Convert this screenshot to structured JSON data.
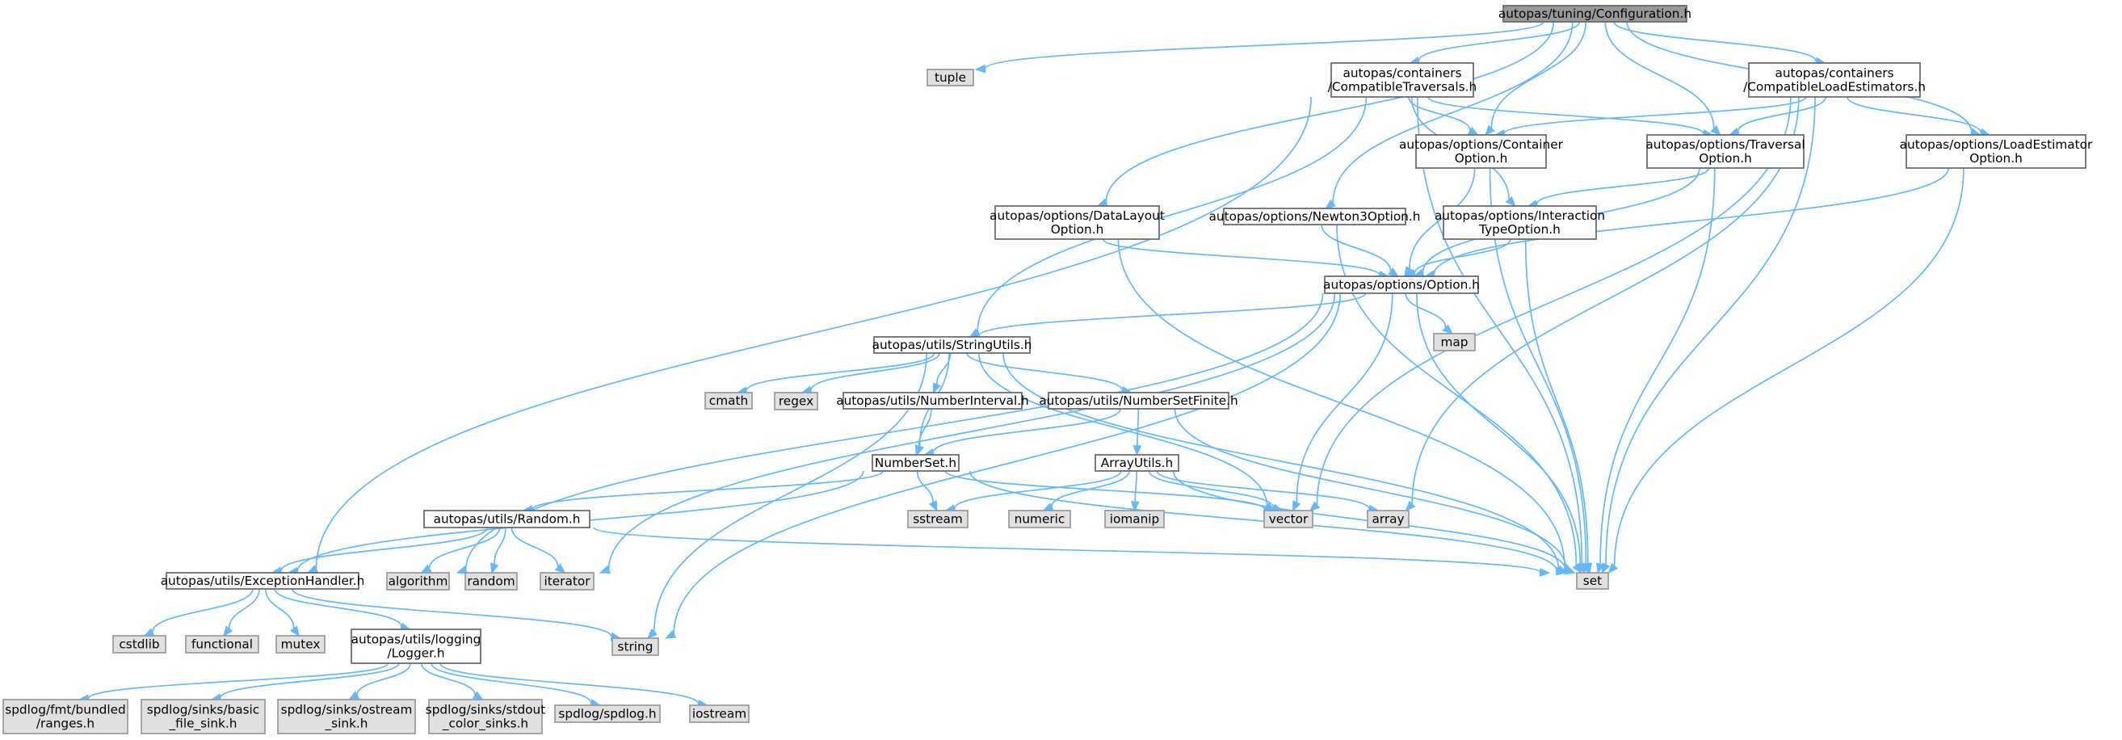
{
  "graph": {
    "colors": {
      "edge": "#63b8ff",
      "root_fill": "#999999",
      "node_fill": "#ffffff",
      "external_fill": "#e0e0e0",
      "border": "#666666"
    },
    "nodes": [
      {
        "id": "cfg",
        "label": [
          "autopas/tuning/Configuration.h"
        ],
        "kind": "root"
      },
      {
        "id": "tuple",
        "label": [
          "tuple"
        ],
        "kind": "external"
      },
      {
        "id": "ct",
        "label": [
          "autopas/containers",
          "/CompatibleTraversals.h"
        ],
        "kind": "local"
      },
      {
        "id": "cle",
        "label": [
          "autopas/containers",
          "/CompatibleLoadEstimators.h"
        ],
        "kind": "local"
      },
      {
        "id": "co",
        "label": [
          "autopas/options/Container",
          "Option.h"
        ],
        "kind": "local"
      },
      {
        "id": "to",
        "label": [
          "autopas/options/Traversal",
          "Option.h"
        ],
        "kind": "local"
      },
      {
        "id": "leo",
        "label": [
          "autopas/options/LoadEstimator",
          "Option.h"
        ],
        "kind": "local"
      },
      {
        "id": "dlo",
        "label": [
          "autopas/options/DataLayout",
          "Option.h"
        ],
        "kind": "local"
      },
      {
        "id": "n3",
        "label": [
          "autopas/options/Newton3Option.h"
        ],
        "kind": "local"
      },
      {
        "id": "ito",
        "label": [
          "autopas/options/Interaction",
          "TypeOption.h"
        ],
        "kind": "local"
      },
      {
        "id": "opt",
        "label": [
          "autopas/options/Option.h"
        ],
        "kind": "local"
      },
      {
        "id": "map",
        "label": [
          "map"
        ],
        "kind": "external"
      },
      {
        "id": "su",
        "label": [
          "autopas/utils/StringUtils.h"
        ],
        "kind": "local"
      },
      {
        "id": "cmath",
        "label": [
          "cmath"
        ],
        "kind": "external"
      },
      {
        "id": "regex",
        "label": [
          "regex"
        ],
        "kind": "external"
      },
      {
        "id": "ni",
        "label": [
          "autopas/utils/NumberInterval.h"
        ],
        "kind": "local"
      },
      {
        "id": "nsf",
        "label": [
          "autopas/utils/NumberSetFinite.h"
        ],
        "kind": "local"
      },
      {
        "id": "ns",
        "label": [
          "NumberSet.h"
        ],
        "kind": "local"
      },
      {
        "id": "au",
        "label": [
          "ArrayUtils.h"
        ],
        "kind": "local"
      },
      {
        "id": "rnd",
        "label": [
          "autopas/utils/Random.h"
        ],
        "kind": "local"
      },
      {
        "id": "sstream",
        "label": [
          "sstream"
        ],
        "kind": "external"
      },
      {
        "id": "numeric",
        "label": [
          "numeric"
        ],
        "kind": "external"
      },
      {
        "id": "iomanip",
        "label": [
          "iomanip"
        ],
        "kind": "external"
      },
      {
        "id": "vector",
        "label": [
          "vector"
        ],
        "kind": "external"
      },
      {
        "id": "array",
        "label": [
          "array"
        ],
        "kind": "external"
      },
      {
        "id": "eh",
        "label": [
          "autopas/utils/ExceptionHandler.h"
        ],
        "kind": "local"
      },
      {
        "id": "algorithm",
        "label": [
          "algorithm"
        ],
        "kind": "external"
      },
      {
        "id": "random",
        "label": [
          "random"
        ],
        "kind": "external"
      },
      {
        "id": "iterator",
        "label": [
          "iterator"
        ],
        "kind": "external"
      },
      {
        "id": "set",
        "label": [
          "set"
        ],
        "kind": "external"
      },
      {
        "id": "cstdlib",
        "label": [
          "cstdlib"
        ],
        "kind": "external"
      },
      {
        "id": "functional",
        "label": [
          "functional"
        ],
        "kind": "external"
      },
      {
        "id": "mutex",
        "label": [
          "mutex"
        ],
        "kind": "external"
      },
      {
        "id": "logger",
        "label": [
          "autopas/utils/logging",
          "/Logger.h"
        ],
        "kind": "local"
      },
      {
        "id": "string",
        "label": [
          "string"
        ],
        "kind": "external"
      },
      {
        "id": "fmt",
        "label": [
          "spdlog/fmt/bundled",
          "/ranges.h"
        ],
        "kind": "external"
      },
      {
        "id": "bfs",
        "label": [
          "spdlog/sinks/basic",
          "_file_sink.h"
        ],
        "kind": "external"
      },
      {
        "id": "oss",
        "label": [
          "spdlog/sinks/ostream",
          "_sink.h"
        ],
        "kind": "external"
      },
      {
        "id": "scs",
        "label": [
          "spdlog/sinks/stdout",
          "_color_sinks.h"
        ],
        "kind": "external"
      },
      {
        "id": "spd",
        "label": [
          "spdlog/spdlog.h"
        ],
        "kind": "external"
      },
      {
        "id": "iostream",
        "label": [
          "iostream"
        ],
        "kind": "external"
      }
    ],
    "edges": [
      [
        "cfg",
        "tuple"
      ],
      [
        "cfg",
        "ct"
      ],
      [
        "cfg",
        "cle"
      ],
      [
        "cfg",
        "co"
      ],
      [
        "cfg",
        "to"
      ],
      [
        "cfg",
        "leo"
      ],
      [
        "cfg",
        "dlo"
      ],
      [
        "cfg",
        "n3"
      ],
      [
        "ct",
        "co"
      ],
      [
        "ct",
        "to"
      ],
      [
        "ct",
        "ito"
      ],
      [
        "ct",
        "su"
      ],
      [
        "ct",
        "eh"
      ],
      [
        "ct",
        "set"
      ],
      [
        "cle",
        "co"
      ],
      [
        "cle",
        "to"
      ],
      [
        "cle",
        "leo"
      ],
      [
        "cle",
        "vector"
      ],
      [
        "cle",
        "array"
      ],
      [
        "cle",
        "set"
      ],
      [
        "co",
        "opt"
      ],
      [
        "co",
        "set"
      ],
      [
        "to",
        "opt"
      ],
      [
        "to",
        "ito"
      ],
      [
        "to",
        "set"
      ],
      [
        "leo",
        "opt"
      ],
      [
        "leo",
        "set"
      ],
      [
        "dlo",
        "opt"
      ],
      [
        "dlo",
        "set"
      ],
      [
        "n3",
        "opt"
      ],
      [
        "n3",
        "set"
      ],
      [
        "ito",
        "opt"
      ],
      [
        "ito",
        "set"
      ],
      [
        "opt",
        "map"
      ],
      [
        "opt",
        "su"
      ],
      [
        "opt",
        "vector"
      ],
      [
        "opt",
        "set"
      ],
      [
        "opt",
        "algorithm"
      ],
      [
        "opt",
        "iterator"
      ],
      [
        "opt",
        "string"
      ],
      [
        "su",
        "cmath"
      ],
      [
        "su",
        "regex"
      ],
      [
        "su",
        "ni"
      ],
      [
        "su",
        "nsf"
      ],
      [
        "su",
        "ns"
      ],
      [
        "su",
        "vector"
      ],
      [
        "su",
        "set"
      ],
      [
        "su",
        "string"
      ],
      [
        "ni",
        "ns"
      ],
      [
        "nsf",
        "ns"
      ],
      [
        "nsf",
        "au"
      ],
      [
        "nsf",
        "set"
      ],
      [
        "ns",
        "rnd"
      ],
      [
        "ns",
        "eh"
      ],
      [
        "ns",
        "sstream"
      ],
      [
        "ns",
        "vector"
      ],
      [
        "ns",
        "set"
      ],
      [
        "au",
        "sstream"
      ],
      [
        "au",
        "numeric"
      ],
      [
        "au",
        "iomanip"
      ],
      [
        "au",
        "vector"
      ],
      [
        "au",
        "array"
      ],
      [
        "au",
        "set"
      ],
      [
        "rnd",
        "eh"
      ],
      [
        "rnd",
        "algorithm"
      ],
      [
        "rnd",
        "random"
      ],
      [
        "rnd",
        "iterator"
      ],
      [
        "rnd",
        "set"
      ],
      [
        "eh",
        "cstdlib"
      ],
      [
        "eh",
        "functional"
      ],
      [
        "eh",
        "mutex"
      ],
      [
        "eh",
        "logger"
      ],
      [
        "eh",
        "string"
      ],
      [
        "logger",
        "fmt"
      ],
      [
        "logger",
        "bfs"
      ],
      [
        "logger",
        "oss"
      ],
      [
        "logger",
        "scs"
      ],
      [
        "logger",
        "spd"
      ],
      [
        "logger",
        "iostream"
      ]
    ]
  }
}
